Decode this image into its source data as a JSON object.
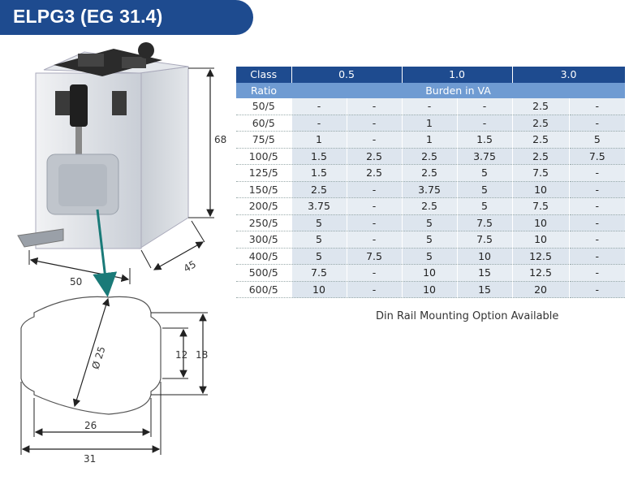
{
  "title": "ELPG3 (EG 31.4)",
  "product_dims": {
    "height": "68",
    "width": "50",
    "depth": "45"
  },
  "section_dims": {
    "diameter": "Ø 25",
    "inner_height": "12",
    "outer_height": "18",
    "inner_width": "26",
    "outer_width": "31"
  },
  "table": {
    "class_label": "Class",
    "classes": [
      "0.5",
      "1.0",
      "3.0"
    ],
    "ratio_label": "Ratio",
    "burden_label": "Burden in VA",
    "rows": [
      {
        "ratio": "50/5",
        "values": [
          "-",
          "-",
          "-",
          "-",
          "2.5",
          "-"
        ]
      },
      {
        "ratio": "60/5",
        "values": [
          "-",
          "-",
          "1",
          "-",
          "2.5",
          "-"
        ]
      },
      {
        "ratio": "75/5",
        "values": [
          "1",
          "-",
          "1",
          "1.5",
          "2.5",
          "5"
        ]
      },
      {
        "ratio": "100/5",
        "values": [
          "1.5",
          "2.5",
          "2.5",
          "3.75",
          "2.5",
          "7.5"
        ]
      },
      {
        "ratio": "125/5",
        "values": [
          "1.5",
          "2.5",
          "2.5",
          "5",
          "7.5",
          "-"
        ]
      },
      {
        "ratio": "150/5",
        "values": [
          "2.5",
          "-",
          "3.75",
          "5",
          "10",
          "-"
        ]
      },
      {
        "ratio": "200/5",
        "values": [
          "3.75",
          "-",
          "2.5",
          "5",
          "7.5",
          "-"
        ]
      },
      {
        "ratio": "250/5",
        "values": [
          "5",
          "-",
          "5",
          "7.5",
          "10",
          "-"
        ]
      },
      {
        "ratio": "300/5",
        "values": [
          "5",
          "-",
          "5",
          "7.5",
          "10",
          "-"
        ]
      },
      {
        "ratio": "400/5",
        "values": [
          "5",
          "7.5",
          "5",
          "10",
          "12.5",
          "-"
        ]
      },
      {
        "ratio": "500/5",
        "values": [
          "7.5",
          "-",
          "10",
          "15",
          "12.5",
          "-"
        ]
      },
      {
        "ratio": "600/5",
        "values": [
          "10",
          "-",
          "10",
          "15",
          "20",
          "-"
        ]
      }
    ]
  },
  "note": "Din Rail Mounting Option Available"
}
